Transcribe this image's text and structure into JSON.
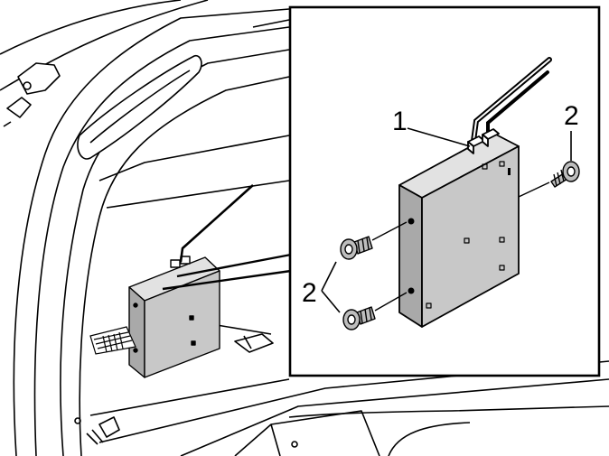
{
  "callouts": {
    "module_label": "1",
    "screw_label_right": "2",
    "screw_label_left": "2"
  },
  "colors": {
    "line": "#000000",
    "paper": "#ffffff",
    "module_face": "#c8c8c8",
    "module_side": "#a9a9a9",
    "module_top": "#e2e2e2",
    "screw": "#bdbdbd",
    "trim": "#d9d9d9"
  }
}
